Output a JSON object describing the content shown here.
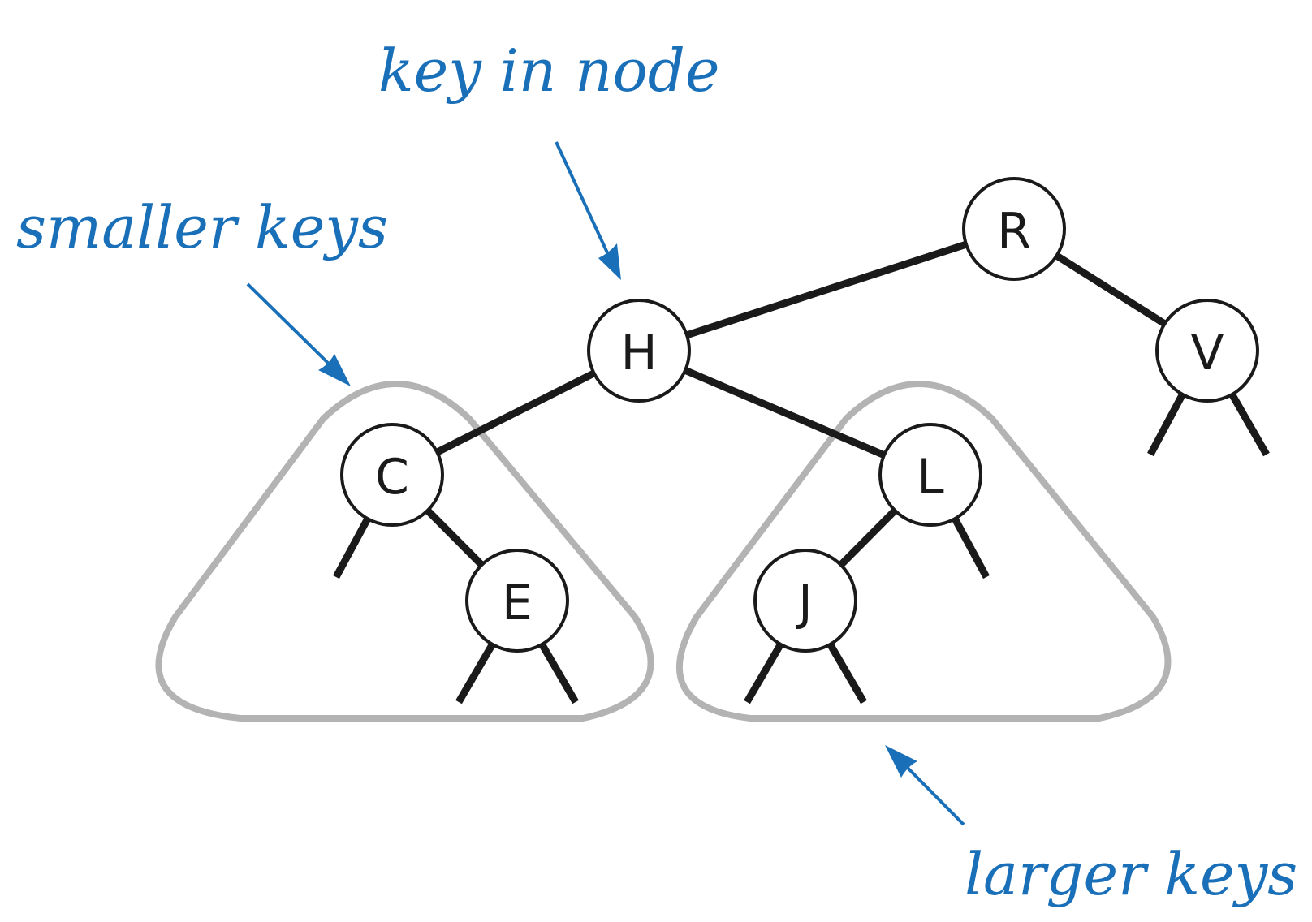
{
  "colors": {
    "tree": "#1a1a1a",
    "subtree_outline": "#b3b3b3",
    "annotation": "#1a70b8",
    "background": "#ffffff"
  },
  "nodes": {
    "h": "H",
    "r": "R",
    "v": "V",
    "c": "C",
    "e": "E",
    "l": "L",
    "j": "J"
  },
  "callouts": {
    "key_in_node": "key in node",
    "smaller_keys": "smaller keys",
    "larger_keys": "larger keys"
  }
}
